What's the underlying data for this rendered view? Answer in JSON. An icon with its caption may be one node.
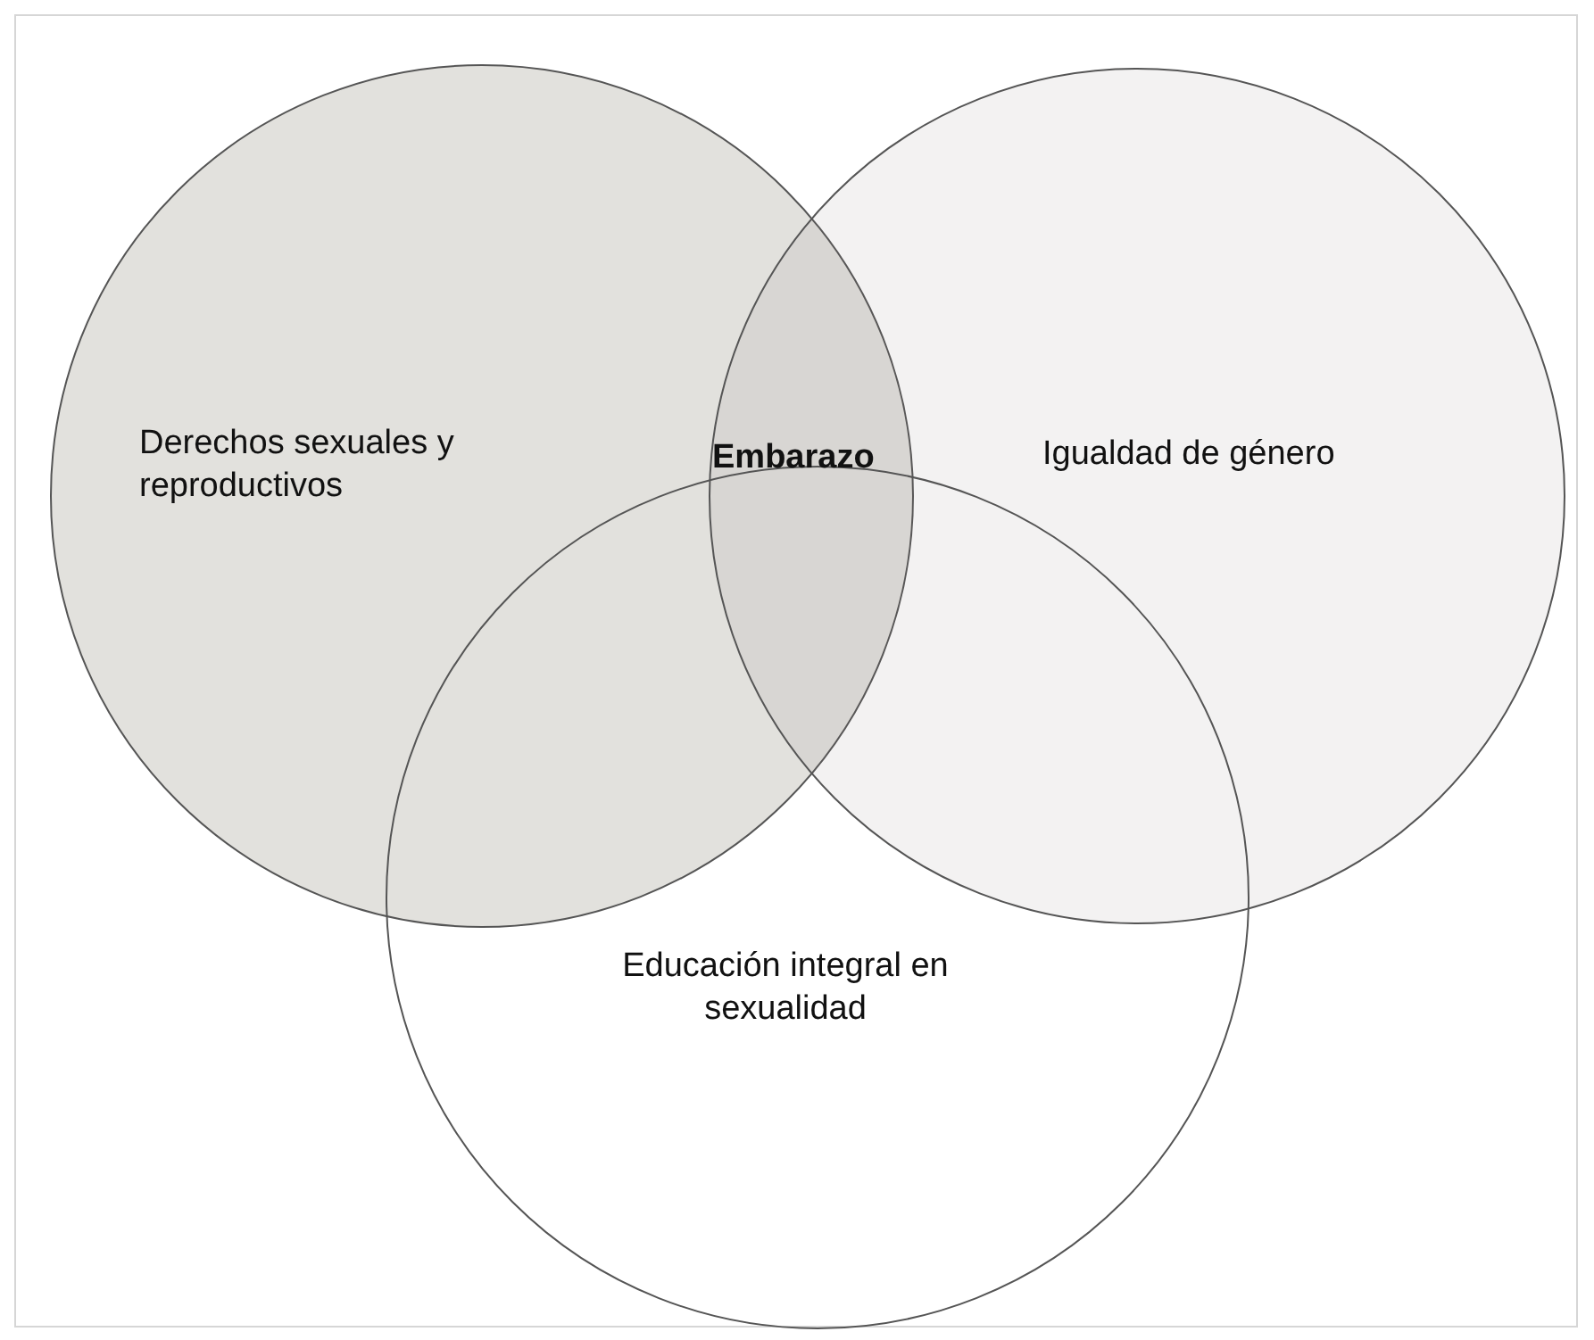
{
  "diagram": {
    "nodes": [
      {
        "text": [
          "Derechos sexuales y reproductivos"
        ]
      },
      {
        "text": [
          "Igualdad de género"
        ]
      },
      {
        "text": [
          "Educación integral en sexualidad"
        ]
      }
    ],
    "labels": [
      "Embarazo"
    ]
  }
}
